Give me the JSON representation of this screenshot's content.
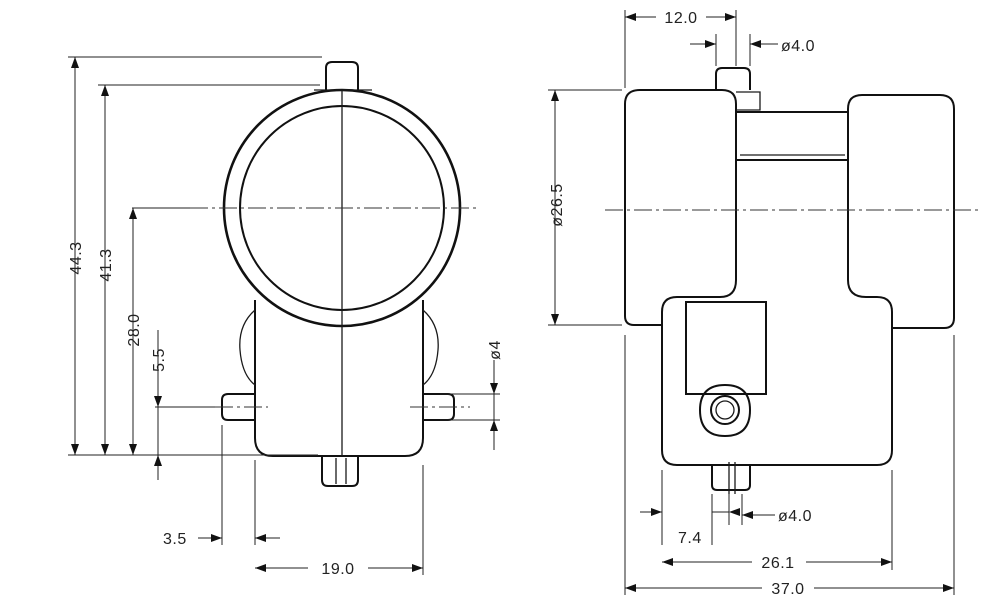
{
  "front_view": {
    "dim_height_total": "44.3",
    "dim_height_ring": "41.3",
    "dim_center_height": "28.0",
    "dim_pin_height": "5.5",
    "dim_pin_diameter": "ø4",
    "dim_pin_length": "3.5",
    "dim_body_width": "19.0"
  },
  "side_view": {
    "dim_top_offset": "12.0",
    "dim_top_pin_diameter": "ø4.0",
    "dim_bore_diameter": "ø26.5",
    "dim_bottom_pin_diameter": "ø4.0",
    "dim_bottom_pin_offset": "7.4",
    "dim_base_width": "26.1",
    "dim_overall_width": "37.0"
  }
}
